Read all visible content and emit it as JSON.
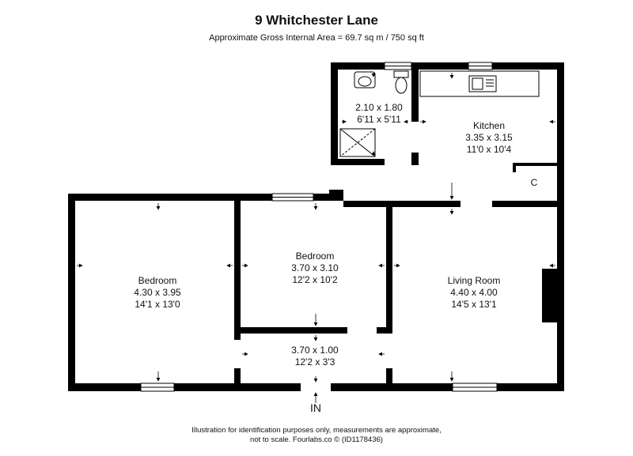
{
  "header": {
    "title": "9 Whitchester Lane",
    "subtitle": "Approximate Gross Internal Area = 69.7 sq m / 750 sq ft"
  },
  "rooms": {
    "bathroom": {
      "dim_metric": "2.10 x 1.80",
      "dim_imperial": "6'11 x 5'11"
    },
    "kitchen": {
      "name": "Kitchen",
      "dim_metric": "3.35 x 3.15",
      "dim_imperial": "11'0 x 10'4"
    },
    "cupboard": {
      "name": "C"
    },
    "bedroom_left": {
      "name": "Bedroom",
      "dim_metric": "4.30 x 3.95",
      "dim_imperial": "14'1 x 13'0"
    },
    "bedroom_middle": {
      "name": "Bedroom",
      "dim_metric": "3.70 x 3.10",
      "dim_imperial": "12'2 x 10'2"
    },
    "living_room": {
      "name": "Living Room",
      "dim_metric": "4.40 x 4.00",
      "dim_imperial": "14'5 x 13'1"
    },
    "hallway": {
      "dim_metric": "3.70 x 1.00",
      "dim_imperial": "12'2 x 3'3"
    }
  },
  "entrance": {
    "label": "IN"
  },
  "footer": {
    "line1": "Illustration for identification purposes only, measurements are approximate,",
    "line2": "not to scale. Fourlabs.co © (ID1178436)"
  }
}
